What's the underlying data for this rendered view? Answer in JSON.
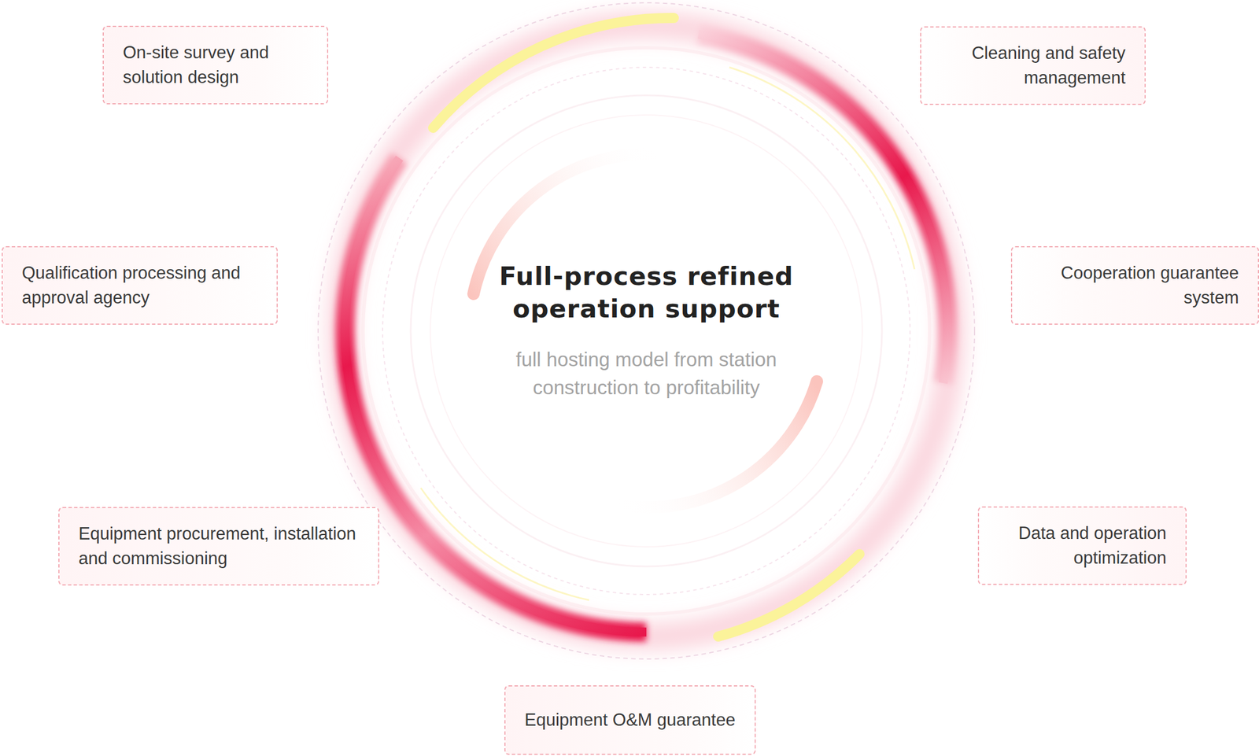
{
  "diagram": {
    "nodes": [
      {
        "text": [
          "Full-process refined operation support",
          "full hosting model from station construction to profitability"
        ]
      },
      {
        "text": [
          "On-site survey and solution design"
        ]
      },
      {
        "text": [
          "Cleaning and safety management"
        ]
      },
      {
        "text": [
          "Qualification processing and approval agency"
        ]
      },
      {
        "text": [
          "Cooperation guarantee system"
        ]
      },
      {
        "text": [
          "Equipment procurement, installation and commissioning"
        ]
      },
      {
        "text": [
          "Data and operation optimization"
        ]
      },
      {
        "text": [
          "Equipment O&M guarantee"
        ]
      }
    ]
  }
}
